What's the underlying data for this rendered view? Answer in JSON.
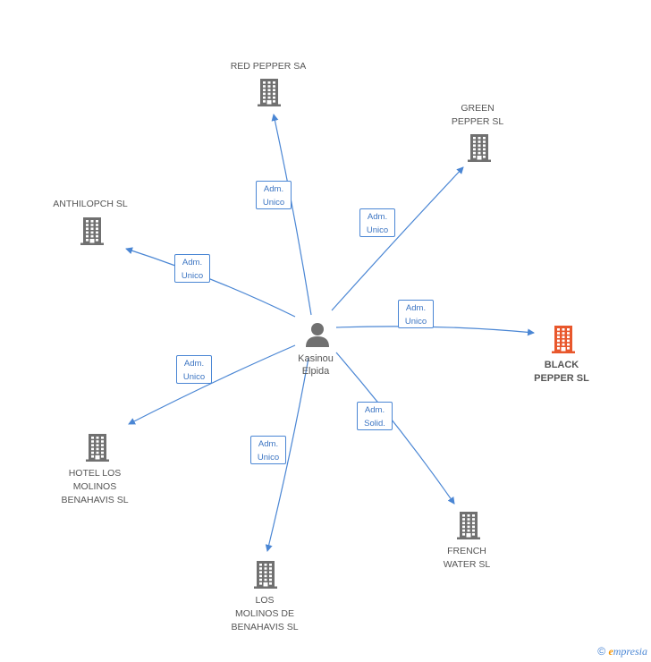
{
  "center": {
    "label": "Kasinou\nElpida"
  },
  "companies": [
    {
      "id": "red-pepper-sa",
      "label": "RED PEPPER SA",
      "highlight": false,
      "relation": "Adm.\nUnico"
    },
    {
      "id": "green-pepper-sl",
      "label": "GREEN\nPEPPER SL",
      "highlight": false,
      "relation": "Adm.\nUnico"
    },
    {
      "id": "anthilopch-sl",
      "label": "ANTHILOPCH SL",
      "highlight": false,
      "relation": "Adm.\nUnico"
    },
    {
      "id": "black-pepper-sl",
      "label": "BLACK\nPEPPER SL",
      "highlight": true,
      "relation": "Adm.\nUnico"
    },
    {
      "id": "hotel-los-molinos-benahavis-sl",
      "label": "HOTEL LOS\nMOLINOS\nBENAHAVIS SL",
      "highlight": false,
      "relation": "Adm.\nUnico"
    },
    {
      "id": "french-water-sl",
      "label": "FRENCH\nWATER SL",
      "highlight": false,
      "relation": "Adm.\nSolid."
    },
    {
      "id": "los-molinos-de-benahavis-sl",
      "label": "LOS\nMOLINOS DE\nBENAHAVIS SL",
      "highlight": false,
      "relation": "Adm.\nUnico"
    }
  ],
  "colors": {
    "edge": "#4a86d4",
    "building": "#707070",
    "building_highlight": "#e8572c",
    "person": "#707070"
  },
  "footer": {
    "copyright": "©",
    "brand_e": "e",
    "brand_rest": "mpresia"
  }
}
